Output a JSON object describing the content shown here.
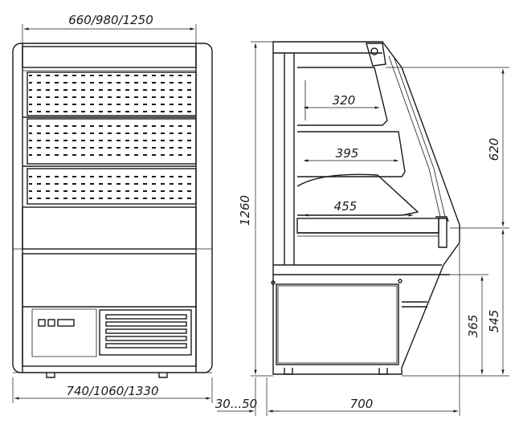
{
  "front_view": {
    "dim_top": "660/980/1250",
    "dim_bottom": "740/1060/1330"
  },
  "side_view": {
    "dim_height_total": "1260",
    "dim_shelf_top": "320",
    "dim_shelf_middle": "395",
    "dim_shelf_bottom": "455",
    "dim_display_height": "620",
    "dim_base_height": "545",
    "dim_inner_base": "365",
    "dim_depth": "700",
    "dim_feet": "30...50"
  }
}
